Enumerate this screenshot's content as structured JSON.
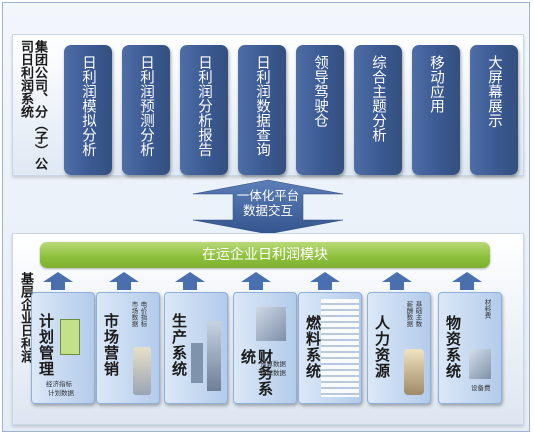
{
  "header_group_label": "集团公司、分（子）公司日利润系统",
  "top_modules": [
    {
      "label": "日利润模拟分析"
    },
    {
      "label": "日利润预测分析"
    },
    {
      "label": "日利润分析报告"
    },
    {
      "label": "日利润数据查询"
    },
    {
      "label": "领导驾驶仓"
    },
    {
      "label": "综合主题分析"
    },
    {
      "label": "移动应用"
    },
    {
      "label": "大屏幕展示"
    }
  ],
  "platform_label": "一体化平台\n数据交互",
  "middle_bar_label": "在运企业日利润模块",
  "base_group_label": "基层企业日利润",
  "systems": [
    {
      "label": "计划管理",
      "notes": [
        "经济指标",
        "计划数据"
      ]
    },
    {
      "label": "市场营销",
      "notes": [
        "电价指标",
        "市场数据"
      ]
    },
    {
      "label": "生产系统",
      "notes": []
    },
    {
      "label": "财务系统",
      "notes": [
        "预算数据",
        "实际数据"
      ]
    },
    {
      "label": "燃料系统",
      "notes": []
    },
    {
      "label": "人力资源",
      "notes": [
        "基础主数",
        "薪酬数据"
      ]
    },
    {
      "label": "物资系统",
      "notes": [
        "材料费",
        "设备费"
      ]
    }
  ],
  "colors": {
    "module_blue": "#3b5992",
    "bar_green": "#8cbf3a",
    "arrow_blue": "#4a6fae"
  }
}
